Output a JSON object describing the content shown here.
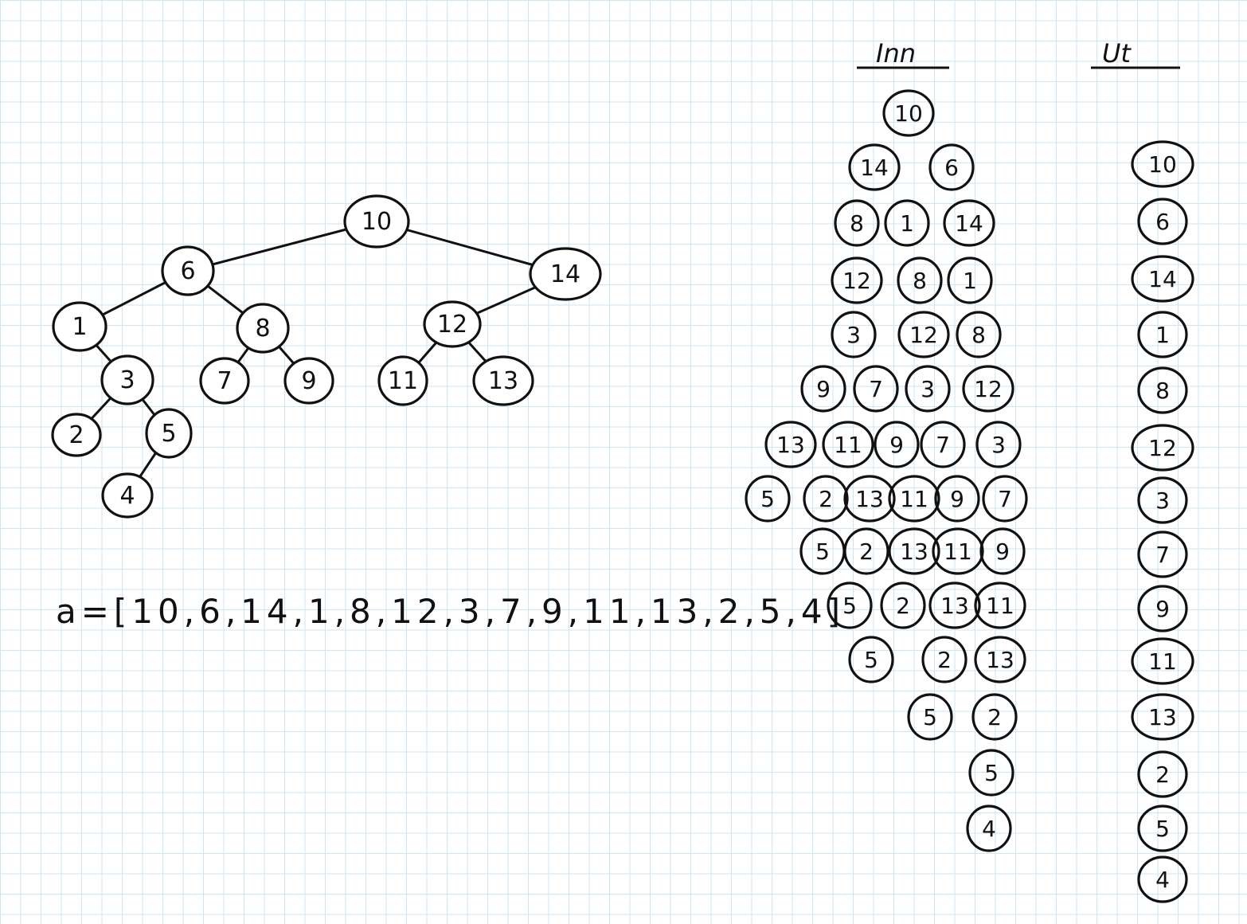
{
  "tree": {
    "nodes": [
      {
        "id": "n10",
        "label": "10"
      },
      {
        "id": "n6",
        "label": "6"
      },
      {
        "id": "n14",
        "label": "14"
      },
      {
        "id": "n1",
        "label": "1"
      },
      {
        "id": "n8",
        "label": "8"
      },
      {
        "id": "n12",
        "label": "12"
      },
      {
        "id": "n3",
        "label": "3"
      },
      {
        "id": "n7",
        "label": "7"
      },
      {
        "id": "n9",
        "label": "9"
      },
      {
        "id": "n11",
        "label": "11"
      },
      {
        "id": "n13",
        "label": "13"
      },
      {
        "id": "n2",
        "label": "2"
      },
      {
        "id": "n5",
        "label": "5"
      },
      {
        "id": "n4",
        "label": "4"
      }
    ],
    "edges": [
      [
        "n10",
        "n6"
      ],
      [
        "n10",
        "n14"
      ],
      [
        "n6",
        "n1"
      ],
      [
        "n6",
        "n8"
      ],
      [
        "n14",
        "n12"
      ],
      [
        "n1",
        "n3"
      ],
      [
        "n8",
        "n7"
      ],
      [
        "n8",
        "n9"
      ],
      [
        "n12",
        "n11"
      ],
      [
        "n12",
        "n13"
      ],
      [
        "n3",
        "n2"
      ],
      [
        "n3",
        "n5"
      ],
      [
        "n5",
        "n4"
      ]
    ]
  },
  "array_expression": "a=[10,6,14,1,8,12,3,7,9,11,13,2,5,4]",
  "queue_column": {
    "header": "Inn",
    "rows": [
      [
        "10"
      ],
      [
        "14",
        "6"
      ],
      [
        "8",
        "1",
        "14"
      ],
      [
        "12",
        "8",
        "1"
      ],
      [
        "3",
        "12",
        "8"
      ],
      [
        "9",
        "7",
        "3",
        "12"
      ],
      [
        "13",
        "11",
        "9",
        "7",
        "3"
      ],
      [
        "5",
        "2",
        "13",
        "11",
        "9",
        "7"
      ],
      [
        "5",
        "2",
        "13",
        "11",
        "9"
      ],
      [
        "5",
        "2",
        "13",
        "11"
      ],
      [
        "5",
        "2",
        "13"
      ],
      [
        "5",
        "2"
      ],
      [
        "5"
      ],
      [
        "4"
      ]
    ]
  },
  "output_column": {
    "header": "Ut",
    "items": [
      "10",
      "6",
      "14",
      "1",
      "8",
      "12",
      "3",
      "7",
      "9",
      "11",
      "13",
      "2",
      "5",
      "4"
    ]
  }
}
